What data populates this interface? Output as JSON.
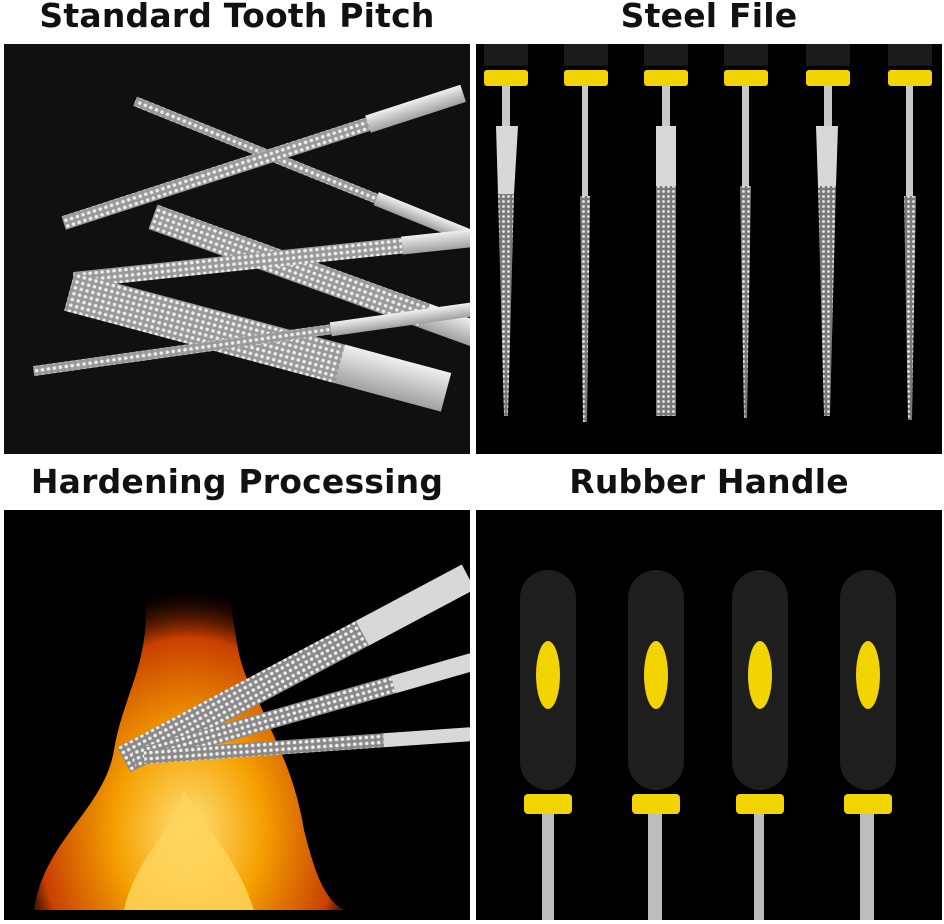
{
  "panels": [
    {
      "title": "Standard Tooth Pitch",
      "image": "rasp-files-closeup-photo"
    },
    {
      "title": "Steel File",
      "image": "six-steel-files-photo"
    },
    {
      "title": "Hardening Processing",
      "image": "files-in-fire-photo"
    },
    {
      "title": "Rubber Handle",
      "image": "rubber-handles-photo"
    }
  ],
  "colors": {
    "handle_black": "#1a1a1a",
    "handle_yellow": "#f2d500",
    "steel": "#c8c8c8",
    "flame": "#f08a00"
  }
}
